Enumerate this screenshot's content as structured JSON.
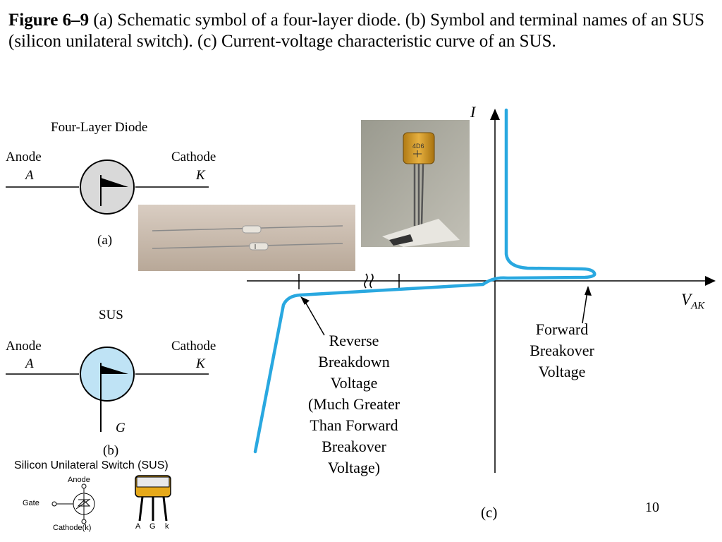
{
  "caption": {
    "figure_label": "Figure 6–9",
    "text": " (a) Schematic symbol of a four-layer diode. (b) Symbol and terminal names of an SUS (silicon unilateral switch). (c) Current-voltage characteristic curve of an SUS."
  },
  "four_layer": {
    "title": "Four-Layer Diode",
    "anode": "Anode",
    "anode_letter": "A",
    "cathode": "Cathode",
    "cathode_letter": "K",
    "part_label": "(a)",
    "symbol_fill": "#d9d9d9"
  },
  "sus": {
    "title": "SUS",
    "anode": "Anode",
    "anode_letter": "A",
    "cathode": "Cathode",
    "cathode_letter": "K",
    "gate_letter": "G",
    "part_label": "(b)",
    "symbol_fill": "#bfe3f5"
  },
  "sus_pinout": {
    "title": "Silicon Unilateral Switch (SUS)",
    "anode": "Anode",
    "gate": "Gate",
    "cathode": "Cathode(k)",
    "pins": [
      "A",
      "G",
      "k"
    ],
    "body_color": "#e6a91a"
  },
  "photo_tall": {
    "marking": "4D6"
  },
  "chart": {
    "y_axis": "I",
    "x_axis_main": "V",
    "x_axis_sub": "AK",
    "part_label": "(c)",
    "reverse_label": [
      "Reverse",
      "Breakdown",
      "Voltage",
      "(Much Greater",
      "Than Forward",
      "Breakover",
      "Voltage)"
    ],
    "forward_label": [
      "Forward",
      "Breakover",
      "Voltage"
    ],
    "curve_color": "#29a8e0"
  },
  "page_number": "10"
}
